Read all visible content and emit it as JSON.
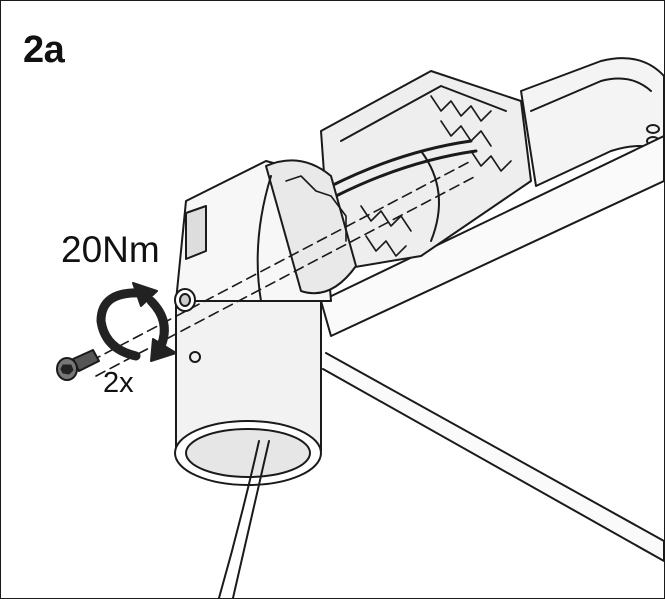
{
  "step": {
    "label": "2a"
  },
  "instruction": {
    "torque": "20Nm",
    "quantity": "2x"
  },
  "icons": {
    "rotation": "clockwise-rotation-arrow-icon",
    "fastener": "hex-socket-screw-icon"
  },
  "colors": {
    "line": "#1a1a1a",
    "fill_light": "#f2f2f2",
    "fill_mid": "#d9d9d9",
    "fill_dark": "#555555"
  }
}
